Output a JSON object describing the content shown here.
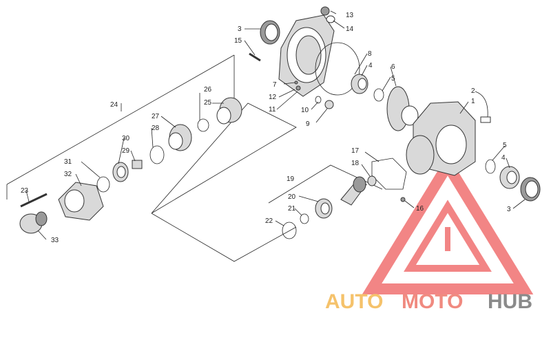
{
  "callouts": [
    {
      "id": "c1",
      "label": "1"
    },
    {
      "id": "c2",
      "label": "2"
    },
    {
      "id": "c3a",
      "label": "3"
    },
    {
      "id": "c3b",
      "label": "3"
    },
    {
      "id": "c4a",
      "label": "4"
    },
    {
      "id": "c4b",
      "label": "4"
    },
    {
      "id": "c5a",
      "label": "5"
    },
    {
      "id": "c5b",
      "label": "5"
    },
    {
      "id": "c6",
      "label": "6"
    },
    {
      "id": "c7",
      "label": "7"
    },
    {
      "id": "c8",
      "label": "8"
    },
    {
      "id": "c9",
      "label": "9"
    },
    {
      "id": "c10",
      "label": "10"
    },
    {
      "id": "c11",
      "label": "11"
    },
    {
      "id": "c12",
      "label": "12"
    },
    {
      "id": "c13",
      "label": "13"
    },
    {
      "id": "c14",
      "label": "14"
    },
    {
      "id": "c15",
      "label": "15"
    },
    {
      "id": "c16",
      "label": "16"
    },
    {
      "id": "c17",
      "label": "17"
    },
    {
      "id": "c18",
      "label": "18"
    },
    {
      "id": "c19",
      "label": "19"
    },
    {
      "id": "c20",
      "label": "20"
    },
    {
      "id": "c21",
      "label": "21"
    },
    {
      "id": "c22",
      "label": "22"
    },
    {
      "id": "c23",
      "label": "23"
    },
    {
      "id": "c24",
      "label": "24"
    },
    {
      "id": "c25",
      "label": "25"
    },
    {
      "id": "c26",
      "label": "26"
    },
    {
      "id": "c27",
      "label": "27"
    },
    {
      "id": "c28",
      "label": "28"
    },
    {
      "id": "c29",
      "label": "29"
    },
    {
      "id": "c30",
      "label": "30"
    },
    {
      "id": "c31",
      "label": "31"
    },
    {
      "id": "c32",
      "label": "32"
    },
    {
      "id": "c33",
      "label": "33"
    }
  ],
  "watermark": {
    "part1": "AUTO",
    "part2": "MOTO",
    "part3": "HUB",
    "color_auto": "#f5c26b",
    "color_moto": "#f08a80",
    "color_hub": "#8a8a8a",
    "logo_color": "#f07070"
  }
}
